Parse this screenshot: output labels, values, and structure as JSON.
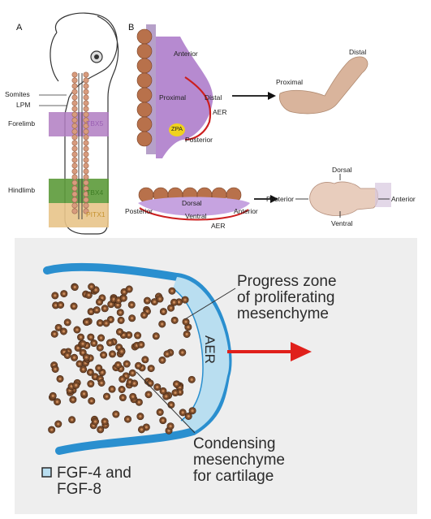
{
  "panel_a": {
    "letter": "A",
    "labels": {
      "somites": "Somites",
      "lpm": "LPM",
      "forelimb": "Forelimb",
      "hindlimb": "Hindlimb",
      "tbx5": "TBX5",
      "tbx4": "TBX4",
      "pitx1": "PITX1"
    },
    "colors": {
      "tbx5": "#b07cc2",
      "tbx4": "#5c9a3a",
      "pitx1": "#e8c48a"
    }
  },
  "panel_b": {
    "letter": "B",
    "top": {
      "anterior": "Anterior",
      "proximal": "Proximal",
      "distal": "Distal",
      "aer": "AER",
      "zpa": "ZPA",
      "posterior": "Posterior"
    },
    "arm": {
      "proximal": "Proximal",
      "distal": "Distal"
    },
    "bottom": {
      "dorsal": "Dorsal",
      "ventral": "Ventral",
      "posterior": "Posterior",
      "anterior": "Anterior",
      "aer": "AER"
    },
    "hand": {
      "dorsal": "Dorsal",
      "ventral": "Ventral",
      "posterior": "Posterior",
      "anterior": "Anterior"
    }
  },
  "lower_diagram": {
    "progress_zone": [
      "Progress zone",
      "of proliferating",
      "mesenchyme"
    ],
    "aer_label": "AER",
    "condensing": [
      "Condensing",
      "mesenchyme",
      "for cartilage"
    ],
    "legend": [
      "FGF-4 and",
      "FGF-8"
    ],
    "colors": {
      "aer_fill": "#b9def0",
      "ectoderm": "#2a8fcf",
      "arrow": "#e0201b",
      "cell": "#7a4b2a"
    }
  }
}
